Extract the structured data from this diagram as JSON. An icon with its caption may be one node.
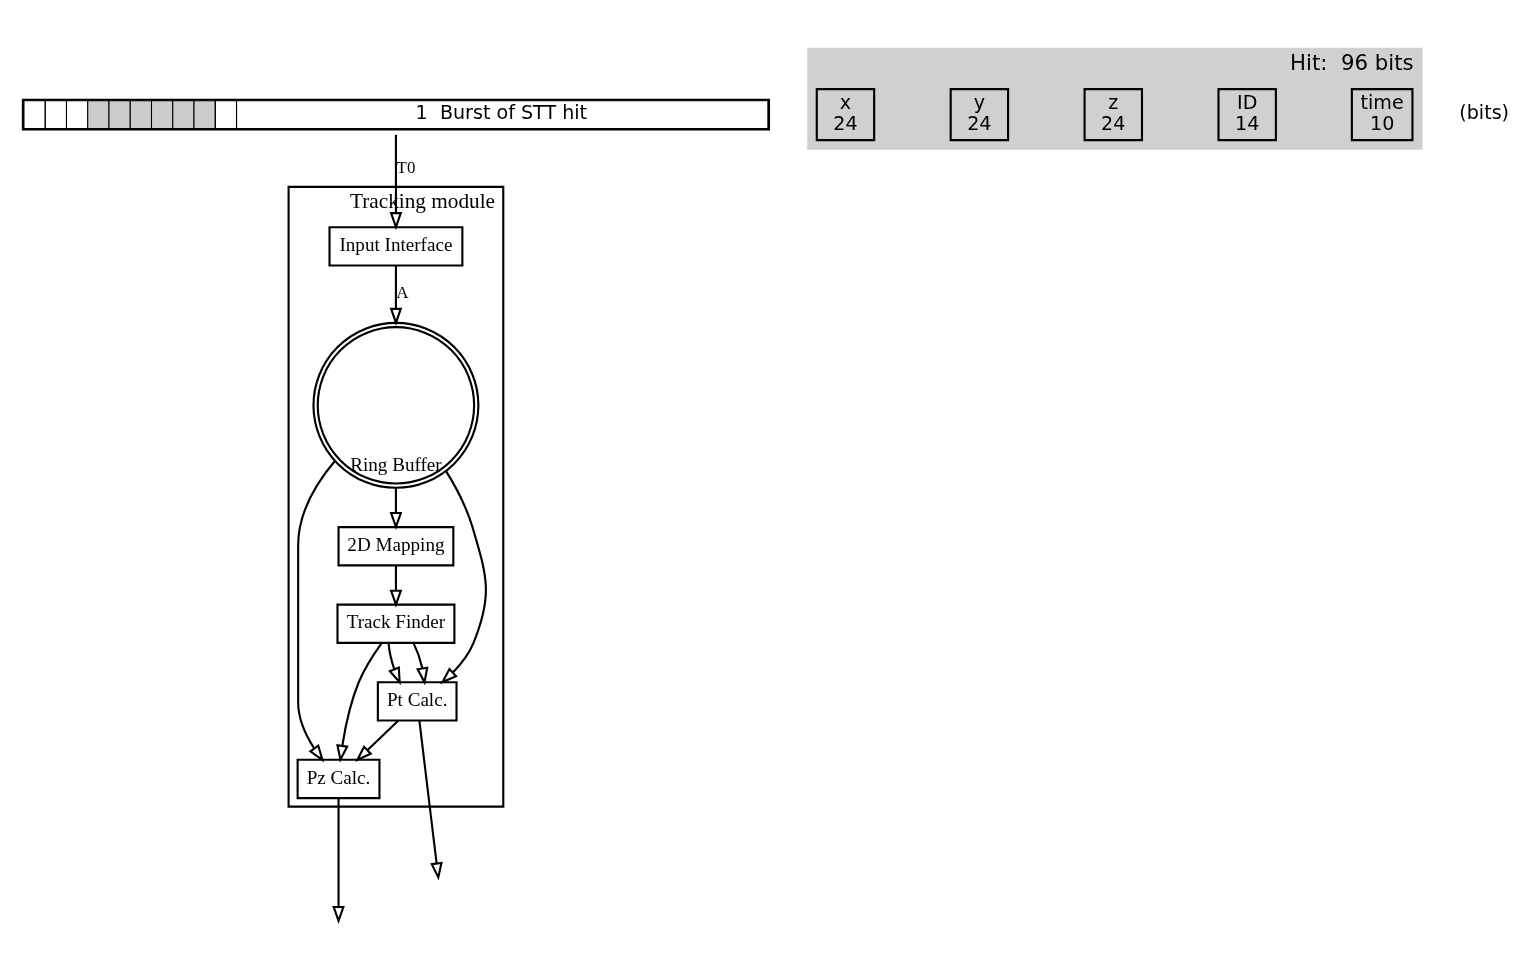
{
  "diagram": {
    "nodes": [
      {
        "text": [
          "1  Burst of STT hit"
        ]
      },
      {
        "text": [
          "Hit:  96 bits"
        ]
      },
      {
        "text": [
          "x",
          "24"
        ],
        "in": 1
      },
      {
        "text": [
          "y",
          "24"
        ],
        "in": 1
      },
      {
        "text": [
          "z",
          "24"
        ],
        "in": 1
      },
      {
        "text": [
          "ID",
          "14"
        ],
        "in": 1
      },
      {
        "text": [
          "time",
          "10"
        ],
        "in": 1
      },
      {
        "text": [
          "Tracking module"
        ]
      },
      {
        "text": [
          "Input Interface"
        ],
        "in": 7
      },
      {
        "text": [
          "Ring Buffer"
        ],
        "in": 7
      },
      {
        "text": [
          "2D Mapping"
        ],
        "in": 7
      },
      {
        "text": [
          "Track Finder"
        ],
        "in": 7
      },
      {
        "text": [
          "Pt Calc."
        ],
        "in": 7
      },
      {
        "text": [
          "Pz Calc."
        ],
        "in": 7
      }
    ],
    "edges": [
      {
        "from": 0,
        "to": 8,
        "arrow": "to",
        "label": "T0"
      },
      {
        "from": 8,
        "to": 9,
        "arrow": "to",
        "label": "A"
      },
      {
        "from": 9,
        "to": 10,
        "arrow": "to"
      },
      {
        "from": 10,
        "to": 11,
        "arrow": "to"
      },
      {
        "from": 11,
        "to": 13,
        "arrow": "to"
      },
      {
        "from": 11,
        "to": 12,
        "arrow": "to"
      },
      {
        "from": 11,
        "to": 12,
        "arrow": "to"
      },
      {
        "from": 9,
        "to": 12,
        "arrow": "to"
      },
      {
        "from": 12,
        "to": 13,
        "arrow": "to"
      },
      {
        "from": 9,
        "to": 13,
        "arrow": "to"
      },
      {
        "from": 12,
        "to": null,
        "arrow": "to"
      },
      {
        "from": 13,
        "to": null,
        "arrow": "to"
      }
    ],
    "labels": [
      "(bits)"
    ]
  }
}
